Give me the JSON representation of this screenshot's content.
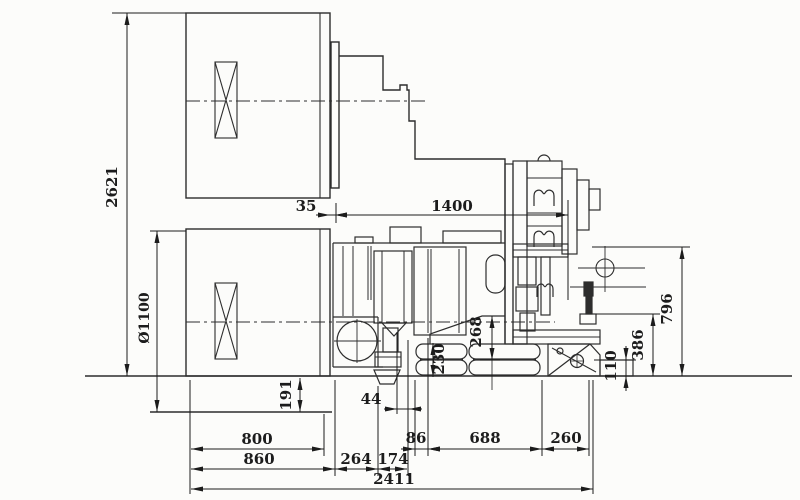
{
  "drawing": {
    "type": "machine-outline-dimension-drawing",
    "colors": {
      "background": "#fcfcfa",
      "outline": "#2d2d2d",
      "dimension": "#1c1c1c"
    },
    "dims": {
      "d2621": "2621",
      "d1100": "Ø1100",
      "d35": "35",
      "d1400": "1400",
      "d268": "268",
      "d230": "230",
      "d191": "191",
      "d44": "44",
      "d86": "86",
      "d688": "688",
      "d260": "260",
      "d800": "800",
      "d860": "860",
      "d264": "264",
      "d174": "174",
      "d2411": "2411",
      "d796": "796",
      "d386": "386",
      "d110": "110"
    }
  }
}
